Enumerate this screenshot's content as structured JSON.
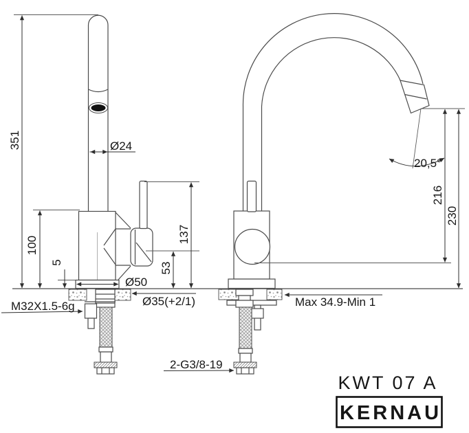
{
  "title": {
    "model": "KWT 07 A",
    "brand": "KERNAU"
  },
  "side_view": {
    "dim_total_height": "351",
    "dim_spout_diameter": "Ø24",
    "dim_body_height": "100",
    "dim_base_height": "5",
    "dim_handle_bottom": "53",
    "dim_handle_top": "137",
    "dim_base_diameter": "Ø50",
    "dim_mounting_thread": "M32X1.5-6g",
    "dim_hole_diameter": "Ø35(+2/1)",
    "dim_hose_thread": "2-G3/8-19"
  },
  "front_view": {
    "dim_spout_outlet_height": "216",
    "dim_spout_clearance": "230",
    "dim_spout_angle": "20,5°",
    "dim_counter_thickness": "Max 34.9-Min 1"
  },
  "colors": {
    "line": "#4a4a4a",
    "dimension": "#2e2e2e",
    "text": "#161616",
    "background": "#ffffff"
  }
}
